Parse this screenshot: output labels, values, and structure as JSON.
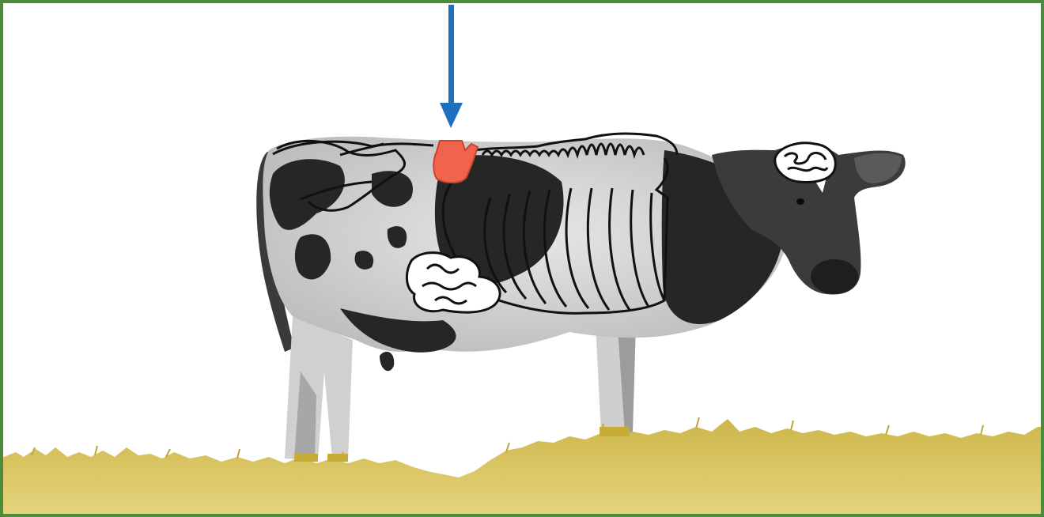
{
  "figure": {
    "subject": "cow-anatomy-illustration",
    "highlighted_organ": "kidney",
    "indicator": "arrow-down"
  },
  "colors": {
    "frame": "#4c8a3c",
    "background": "#ffffff",
    "grass": "#d8c35a",
    "grass_dark": "#bfa63a",
    "highlight": "#f2634e",
    "highlight_stroke": "#c8442f",
    "arrow": "#1f6fbf",
    "cow_dark": "#2a2a2a",
    "cow_light": "#d9d9d9",
    "outline": "#111111"
  }
}
